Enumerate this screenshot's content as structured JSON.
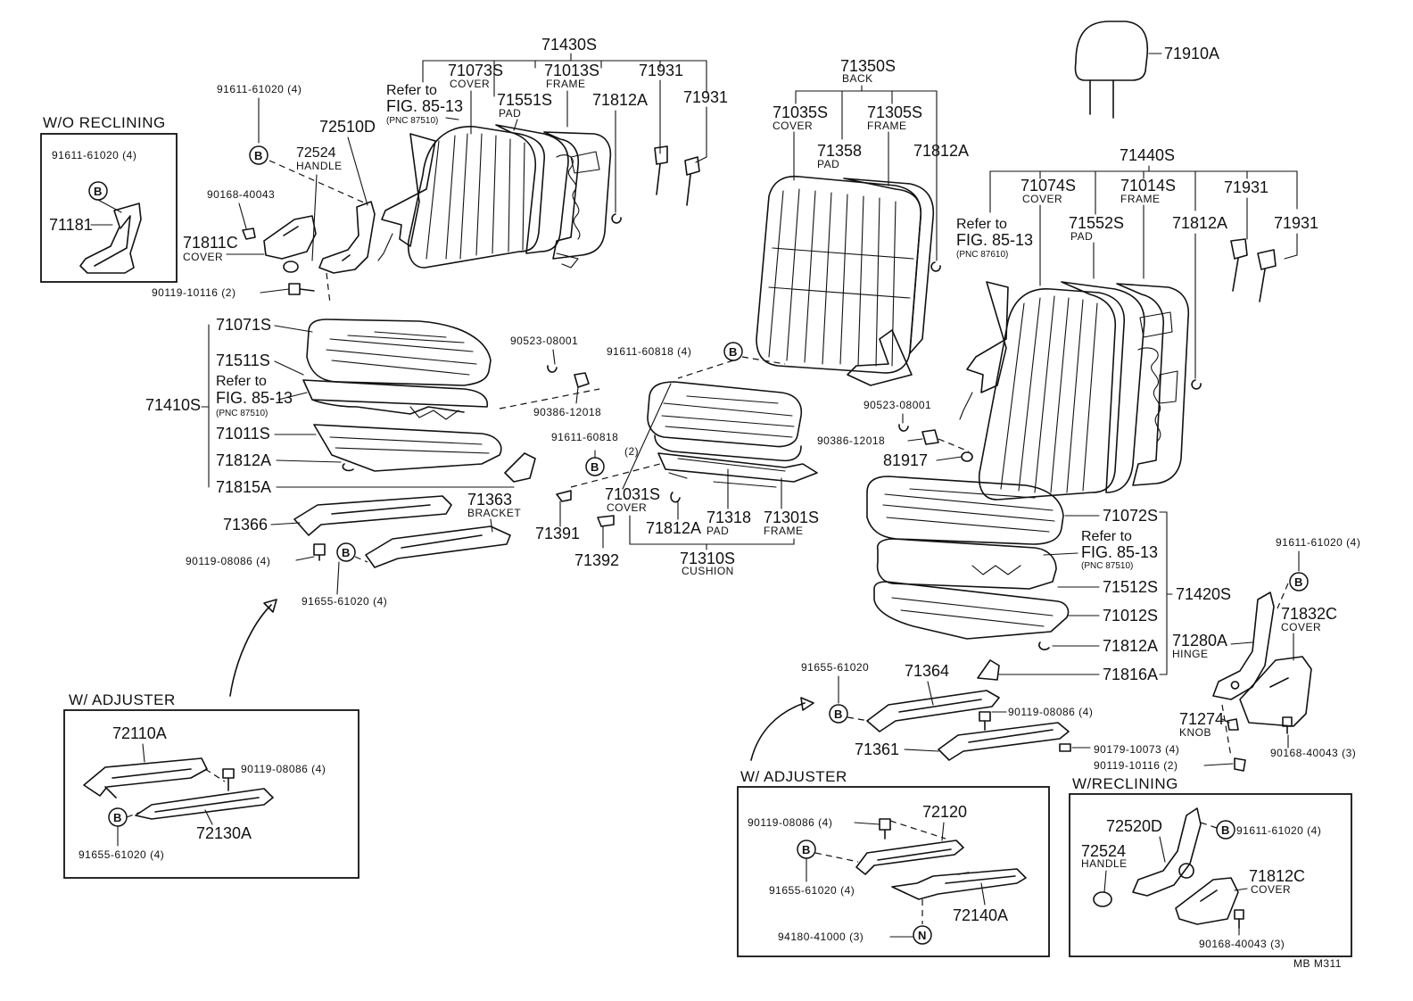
{
  "page_code": "MB  M311",
  "insets": {
    "wo_reclining": {
      "title": "W/O RECLINING",
      "bolt": "91611-61020 (4)",
      "bolt_symbol": "B",
      "part": "71181"
    },
    "w_adjuster_left": {
      "title": "W/ ADJUSTER",
      "parts": [
        "72110A",
        "90119-08086 (4)",
        "72130A",
        "91655-61020 (4)"
      ],
      "bolt_symbol": "B"
    },
    "w_adjuster_right": {
      "title": "W/ ADJUSTER",
      "parts": [
        "90119-08086 (4)",
        "72120",
        "91655-61020 (4)",
        "72140A",
        "94180-41000 (3)"
      ],
      "bolt_symbol": "B",
      "nut_symbol": "N"
    },
    "w_reclining": {
      "title": "W/RECLINING",
      "parts": [
        "72520D",
        "91611-61020 (4)",
        "72524",
        "HANDLE",
        "71812C",
        "COVER",
        "90168-40043 (3)"
      ],
      "bolt_symbol": "B"
    }
  },
  "left_back": {
    "group": "71430S",
    "refer": [
      "Refer to",
      "FIG. 85-13",
      "(PNC 87510)"
    ],
    "cover_no": "71073S",
    "cover_lbl": "COVER",
    "pad_no": "71551S",
    "pad_lbl": "PAD",
    "frame_no": "71013S",
    "frame_lbl": "FRAME",
    "ring": "71812A",
    "support1": "71931",
    "support2": "71931"
  },
  "left_misc": {
    "bolt_a": "91611-61020 (4)",
    "bracket": "72510D",
    "handle_no": "72524",
    "handle_lbl": "HANDLE",
    "screw": "90168-40043",
    "cover_no": "71811C",
    "cover_lbl": "COVER",
    "bolt_b": "90119-10116 (2)",
    "bolt_symbol": "B"
  },
  "left_cushion": {
    "group": "71410S",
    "cover": "71071S",
    "pad": "71511S",
    "refer": [
      "Refer to",
      "FIG. 85-13",
      "(PNC 87510)"
    ],
    "frame": "71011S",
    "ring": "71812A",
    "shield": "71815A",
    "washer": "90523-08001",
    "nut": "90386-12018",
    "bracket_no": "71363",
    "bracket_lbl": "BRACKET",
    "rail": "71366",
    "bolt_c": "90119-08086 (4)",
    "bolt_d": "91655-61020 (4)",
    "bolt_symbol": "B"
  },
  "center_back": {
    "group": "71350S",
    "group_lbl": "BACK",
    "cover_no": "71035S",
    "cover_lbl": "COVER",
    "pad_no": "71358",
    "pad_lbl": "PAD",
    "frame_no": "71305S",
    "frame_lbl": "FRAME",
    "ring": "71812A",
    "bolt": "91611-60818 (4)",
    "bolt_symbol": "B"
  },
  "center_cushion": {
    "bolt": "91611-60818",
    "bolt_qty": "(2)",
    "cover_no": "71031S",
    "cover_lbl": "COVER",
    "hook1": "71391",
    "hook2": "71392",
    "ring": "71812A",
    "pad_no": "71318",
    "pad_lbl": "PAD",
    "frame_no": "71301S",
    "frame_lbl": "FRAME",
    "group_no": "71310S",
    "group_lbl": "CUSHION",
    "bolt_symbol": "B"
  },
  "right_back": {
    "headrest": "71910A",
    "group": "71440S",
    "refer": [
      "Refer to",
      "FIG. 85-13",
      "(PNC 87610)"
    ],
    "cover_no": "71074S",
    "cover_lbl": "COVER",
    "pad_no": "71552S",
    "pad_lbl": "PAD",
    "frame_no": "71014S",
    "frame_lbl": "FRAME",
    "ring": "71812A",
    "support1": "71931",
    "support2": "71931",
    "washer": "90523-08001",
    "nut": "90386-12018",
    "cap": "81917"
  },
  "right_cushion": {
    "group": "71420S",
    "cover": "71072S",
    "refer": [
      "Refer to",
      "FIG. 85-13",
      "(PNC 87510)"
    ],
    "pad": "71512S",
    "frame": "71012S",
    "ring": "71812A",
    "shield": "71816A",
    "bolt_a": "91611-61020 (4)",
    "cover2_no": "71832C",
    "cover2_lbl": "COVER",
    "hinge_no": "71280A",
    "hinge_lbl": "HINGE",
    "knob_no": "71274",
    "knob_lbl": "KNOB",
    "screw": "90168-40043 (3)",
    "bolt_b": "90119-10116 (2)",
    "bolt_c": "90179-10073 (4)",
    "bolt_d": "90119-08086 (4)",
    "rail1": "71364",
    "rail2": "71361",
    "bolt_e": "91655-61020",
    "bolt_symbol": "B"
  }
}
